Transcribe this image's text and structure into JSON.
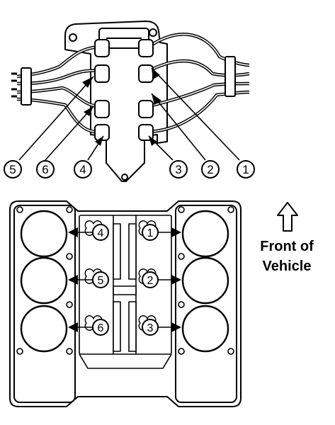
{
  "top_view": {
    "callouts": [
      {
        "label": "5"
      },
      {
        "label": "6"
      },
      {
        "label": "4"
      },
      {
        "label": "3"
      },
      {
        "label": "2"
      },
      {
        "label": "1"
      }
    ]
  },
  "bottom_view": {
    "left_bank": [
      {
        "label": "4"
      },
      {
        "label": "5"
      },
      {
        "label": "6"
      }
    ],
    "right_bank": [
      {
        "label": "1"
      },
      {
        "label": "2"
      },
      {
        "label": "3"
      }
    ]
  },
  "front_indicator": {
    "line1": "Front of",
    "line2": "Vehicle",
    "icon": "up-arrow-icon"
  }
}
